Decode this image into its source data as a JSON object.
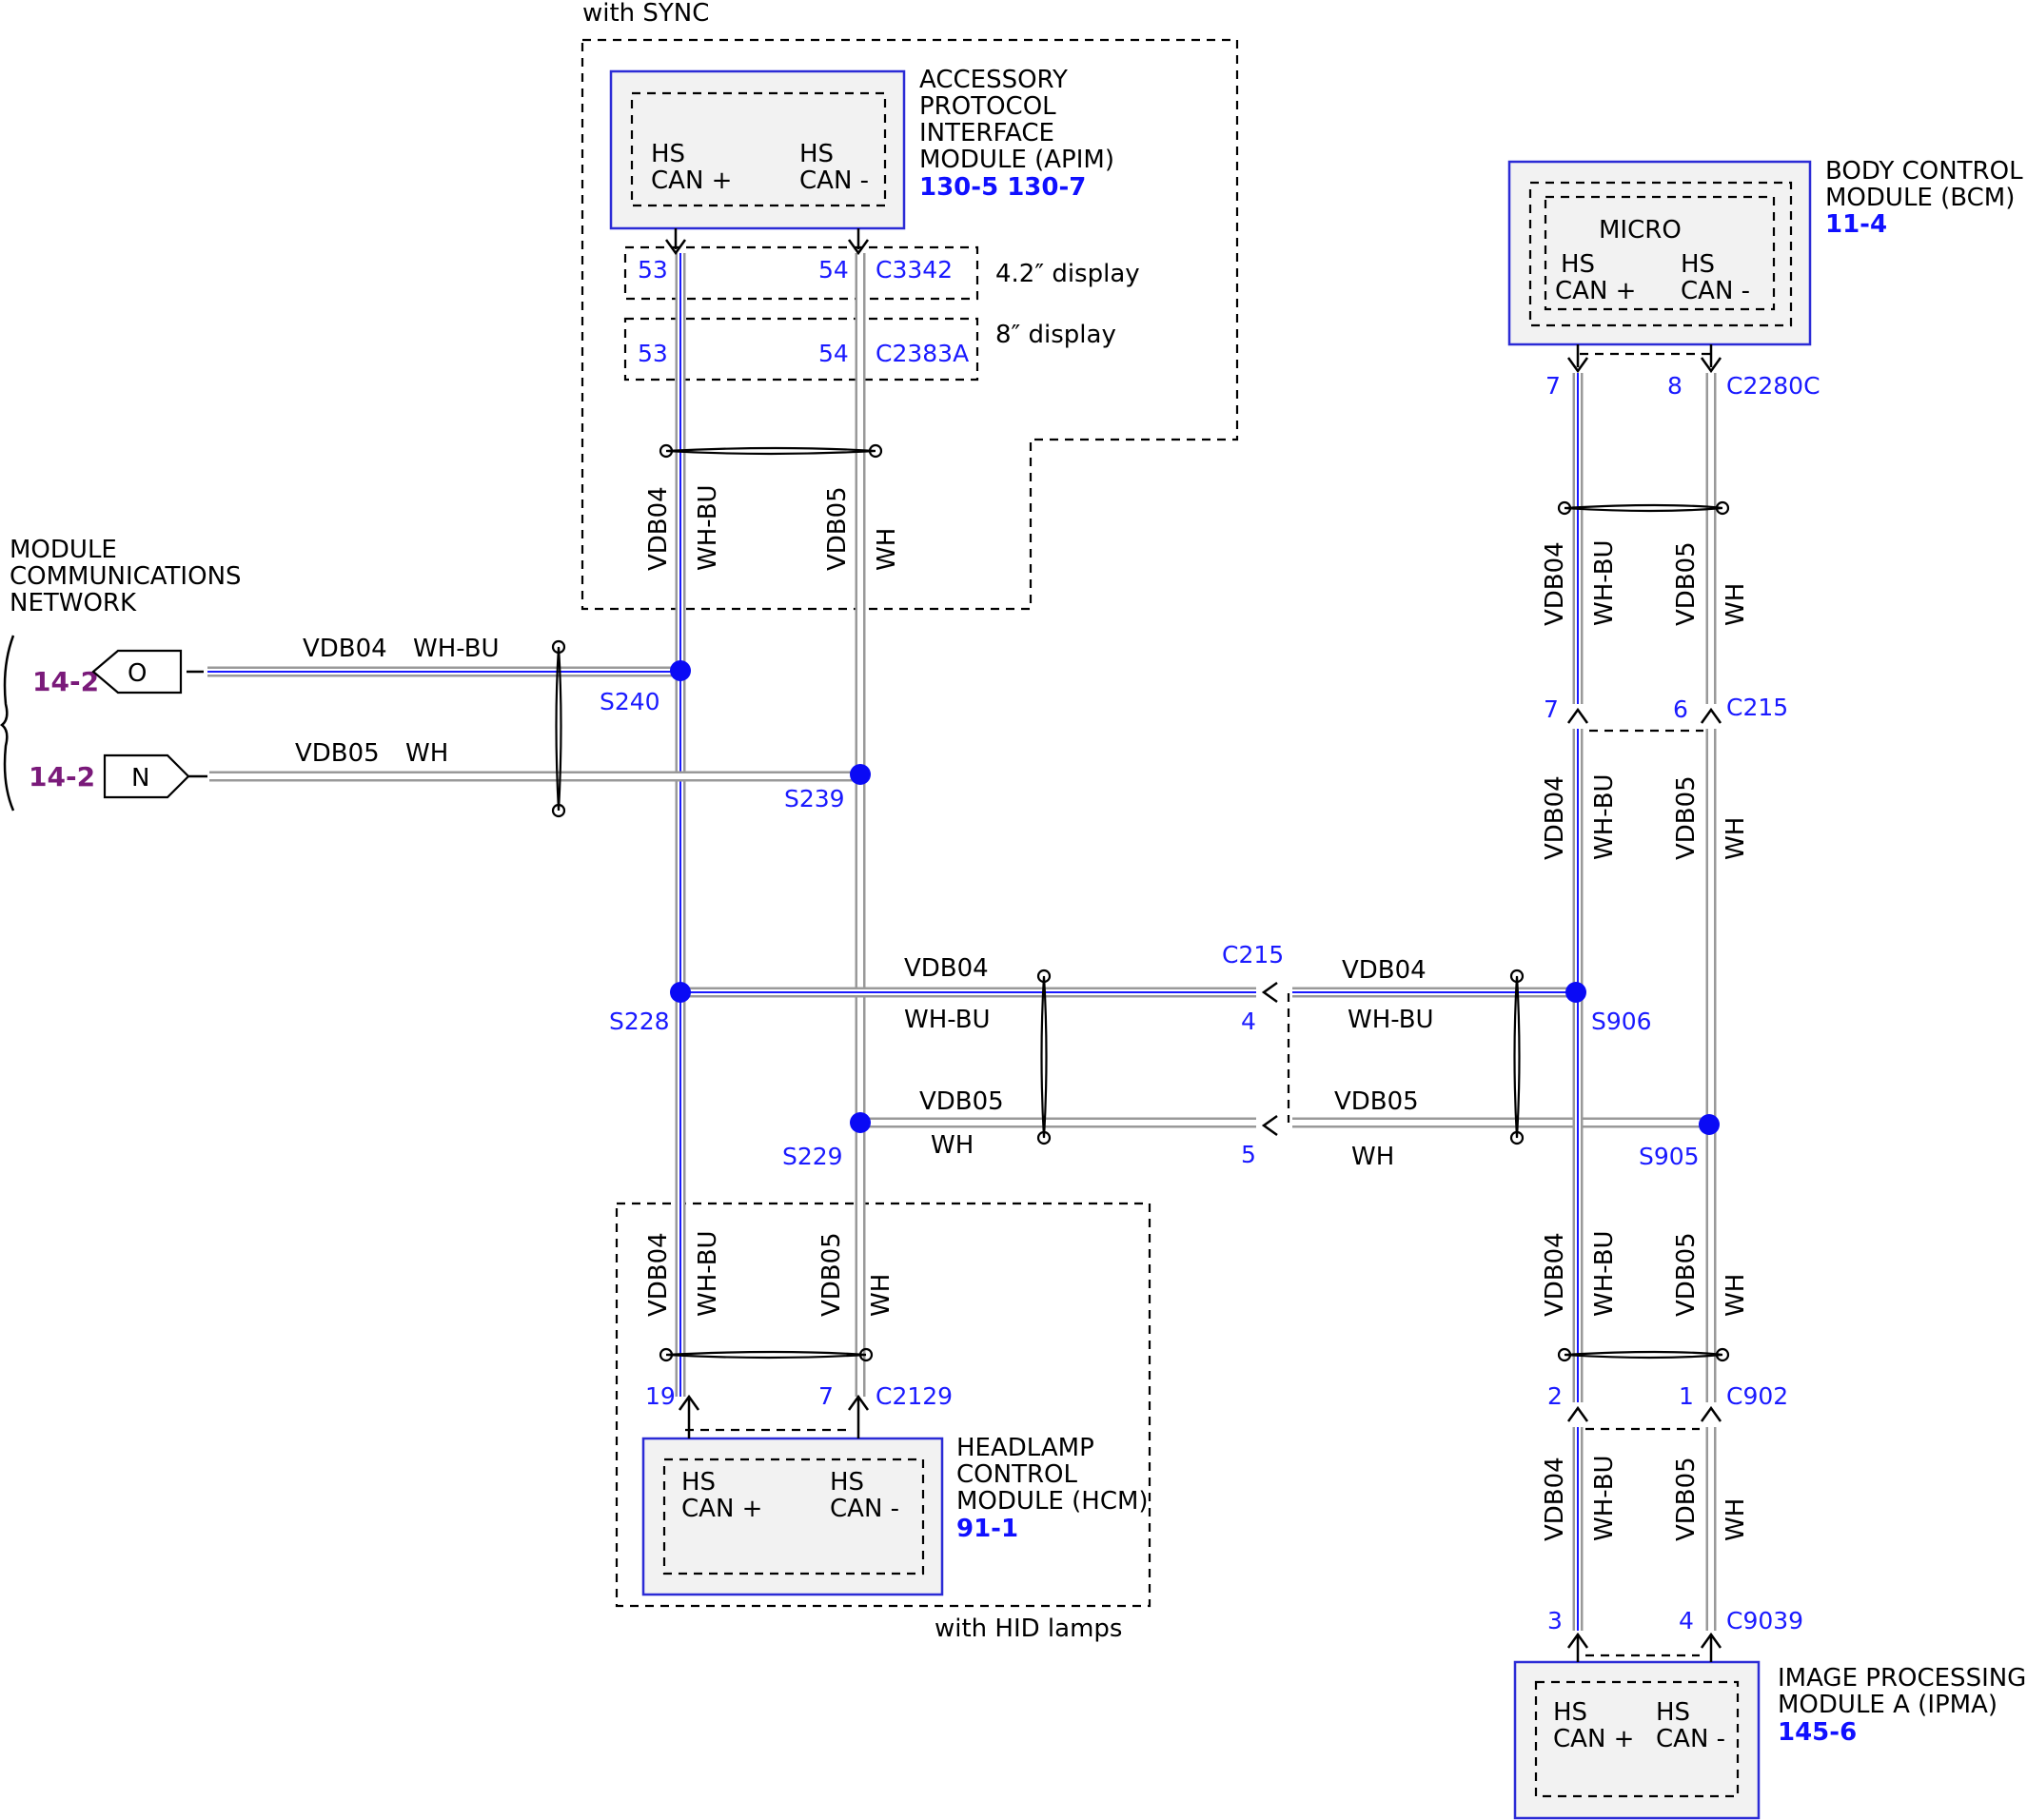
{
  "zones": {
    "sync": "with SYNC",
    "hid": "with HID lamps",
    "display_42": "4.2″ display",
    "display_8": "8″ display"
  },
  "modules": {
    "apim": {
      "lines": [
        "ACCESSORY",
        "PROTOCOL",
        "INTERFACE",
        "MODULE (APIM)"
      ],
      "refs": "130-5 130-7",
      "pin_a": [
        "HS",
        "CAN +"
      ],
      "pin_b": [
        "HS",
        "CAN -"
      ]
    },
    "bcm": {
      "lines": [
        "BODY CONTROL",
        "MODULE (BCM)"
      ],
      "refs": "11-4",
      "micro": "MICRO",
      "pin_a": [
        "HS",
        "CAN +"
      ],
      "pin_b": [
        "HS",
        "CAN -"
      ]
    },
    "hcm": {
      "lines": [
        "HEADLAMP",
        "CONTROL",
        "MODULE (HCM)"
      ],
      "refs": "91-1",
      "pin_a": [
        "HS",
        "CAN +"
      ],
      "pin_b": [
        "HS",
        "CAN -"
      ]
    },
    "ipma": {
      "lines": [
        "IMAGE PROCESSING",
        "MODULE A (IPMA)"
      ],
      "refs": "145-6",
      "pin_a": [
        "HS",
        "CAN +"
      ],
      "pin_b": [
        "HS",
        "CAN -"
      ]
    }
  },
  "network": {
    "lines": [
      "MODULE",
      "COMMUNICATIONS",
      "NETWORK"
    ],
    "ref_top": "14-2",
    "ref_bottom": "14-2",
    "term_top": "O",
    "term_bottom": "N"
  },
  "connectors": {
    "c3342": {
      "name": "C3342",
      "a": "53",
      "b": "54"
    },
    "c2383a": {
      "name": "C2383A",
      "a": "53",
      "b": "54"
    },
    "c2280c": {
      "name": "C2280C",
      "a": "7",
      "b": "8"
    },
    "c215_bcm": {
      "name": "C215",
      "a": "7",
      "b": "6"
    },
    "c215_mid": {
      "name": "C215",
      "a": "4",
      "b": "5"
    },
    "c2129": {
      "name": "C2129",
      "a": "19",
      "b": "7"
    },
    "c902": {
      "name": "C902",
      "a": "2",
      "b": "1"
    },
    "c9039": {
      "name": "C9039",
      "a": "3",
      "b": "4"
    }
  },
  "splices": {
    "s240": "S240",
    "s239": "S239",
    "s228": "S228",
    "s229": "S229",
    "s906": "S906",
    "s905": "S905"
  },
  "circuits": {
    "vdb04": "VDB04",
    "vdb05": "VDB05",
    "wh_bu": "WH-BU",
    "wh": "WH"
  },
  "colors": {
    "module_border": "#2b2bd6",
    "pin_text": "#1a1aff",
    "page_ref": "#1010ff",
    "network_ref": "#7a1a7a",
    "splice": "#0a0af5"
  }
}
